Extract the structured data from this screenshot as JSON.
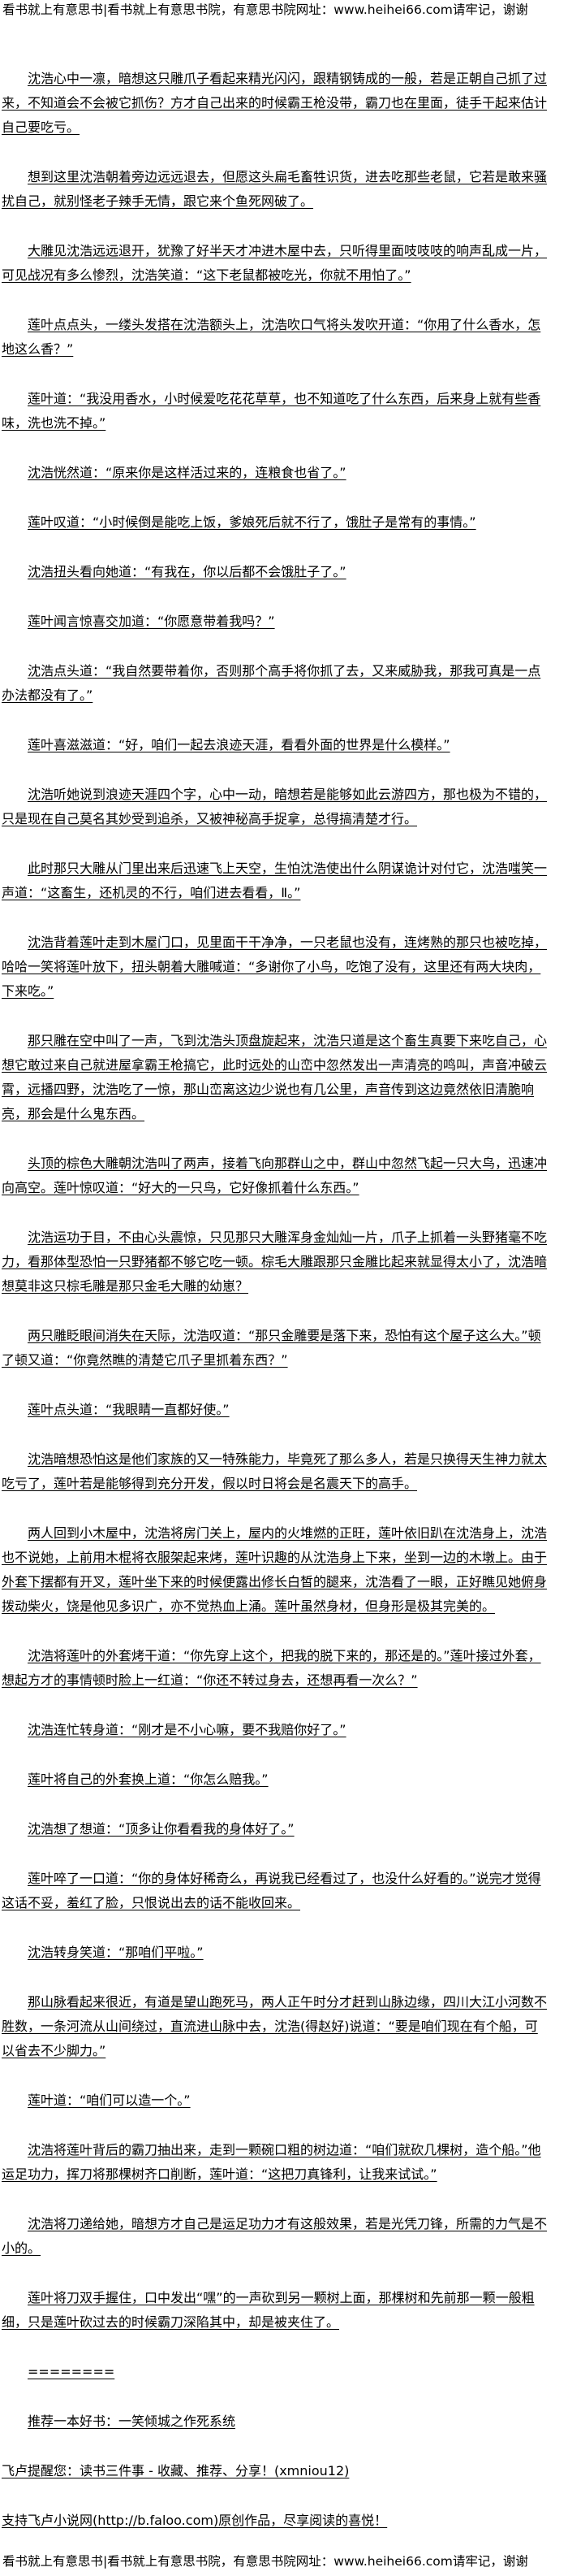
{
  "banner": "看书就上有意思书|看书就上有意思书院，有意思书院网址：www.heihei66.com请牢记，谢谢",
  "paragraphs": [
    "沈浩心中一凛，暗想这只雕爪子看起来精光闪闪，跟精钢铸成的一般，若是正朝自己抓了过来，不知道会不会被它抓伤？方才自己出来的时候霸王枪没带，霸刀也在里面，徒手干起来估计自己要吃亏。",
    "想到这里沈浩朝着旁边远远退去，但愿这头扁毛畜牲识货，进去吃那些老鼠，它若是敢来骚扰自己，就别怪老子辣手无情，跟它来个鱼死网破了。",
    "大雕见沈浩远远退开，犹豫了好半天才冲进木屋中去，只听得里面吱吱吱的响声乱成一片，可见战况有多么惨烈，沈浩笑道：“这下老鼠都被吃光，你就不用怕了。”",
    "莲叶点点头，一缕头发搭在沈浩额头上，沈浩吹口气将头发吹开道：“你用了什么香水，怎地这么香？”",
    "莲叶道：“我没用香水，小时候爱吃花花草草，也不知道吃了什么东西，后来身上就有些香味，洗也洗不掉。”",
    "沈浩恍然道：“原来你是这样活过来的，连粮食也省了。”",
    "莲叶叹道：“小时候倒是能吃上饭，爹娘死后就不行了，饿肚子是常有的事情。”",
    "沈浩扭头看向她道：“有我在，你以后都不会饿肚子了。”",
    "莲叶闻言惊喜交加道：“你愿意带着我吗？”",
    "沈浩点头道：“我自然要带着你，否则那个高手将你抓了去，又来威胁我，那我可真是一点办法都没有了。”",
    "莲叶喜滋滋道：“好，咱们一起去浪迹天涯，看看外面的世界是什么模样。”",
    "沈浩听她说到浪迹天涯四个字，心中一动，暗想若是能够如此云游四方，那也极为不错的，只是现在自己莫名其妙受到追杀，又被神秘高手捉拿，总得搞清楚才行。",
    "此时那只大雕从门里出来后迅速飞上天空，生怕沈浩使出什么阴谋诡计对付它，沈浩嗤笑一声道：“这畜生，还机灵的不行，咱们进去看看，Ⅱ。”",
    "沈浩背着莲叶走到木屋门口，见里面干干净净，一只老鼠也没有，连烤熟的那只也被吃掉，哈哈一笑将莲叶放下，扭头朝着大雕喊道：“多谢你了小鸟，吃饱了没有，这里还有两大块肉，下来吃。”",
    "那只雕在空中叫了一声，飞到沈浩头顶盘旋起来，沈浩只道是这个畜生真要下来吃自己，心想它敢过来自己就进屋拿霸王枪搞它，此时远处的山峦中忽然发出一声清亮的鸣叫，声音冲破云霄，远播四野，沈浩吃了一惊，那山峦离这边少说也有几公里，声音传到这边竟然依旧清脆响亮，那会是什么鬼东西。",
    "头顶的棕色大雕朝沈浩叫了两声，接着飞向那群山之中，群山中忽然飞起一只大鸟，迅速冲向高空。莲叶惊叹道：“好大的一只鸟，它好像抓着什么东西。”",
    "沈浩运功于目，不由心头震惊，只见那只大雕浑身金灿灿一片，爪子上抓着一头野猪毫不吃力，看那体型恐怕一只野猪都不够它吃一顿。棕毛大雕跟那只金雕比起来就显得太小了，沈浩暗想莫非这只棕毛雕是那只金毛大雕的幼崽？",
    "两只雕眨眼间消失在天际，沈浩叹道：“那只金雕要是落下来，恐怕有这个屋子这么大。”顿了顿又道：“你竟然瞧的清楚它爪子里抓着东西？”",
    "莲叶点头道：“我眼睛一直都好使。”",
    "沈浩暗想恐怕这是他们家族的又一特殊能力，毕竟死了那么多人，若是只换得天生神力就太吃亏了，莲叶若是能够得到充分开发，假以时日将会是名震天下的高手。",
    "两人回到小木屋中，沈浩将房门关上，屋内的火堆燃的正旺，莲叶依旧趴在沈浩身上，沈浩也不说她，上前用木棍将衣服架起来烤，莲叶识趣的从沈浩身上下来，坐到一边的木墩上。由于外套下摆都有开叉，莲叶坐下来的时候便露出修长白皙的腿来，沈浩看了一眼，正好瞧见她俯身拨动柴火，饶是他见多识广，亦不觉热血上涌。莲叶虽然身材，但身形是极其完美的。",
    "沈浩将莲叶的外套烤干道：“你先穿上这个，把我的脱下来的，那还是的。”莲叶接过外套，想起方才的事情顿时脸上一红道：“你还不转过身去，还想再看一次么？”",
    "沈浩连忙转身道：“刚才是不小心嘛，要不我赔你好了。”",
    "莲叶将自己的外套换上道：“你怎么赔我。”",
    "沈浩想了想道：“顶多让你看看我的身体好了。”",
    "莲叶啐了一口道：“你的身体好稀奇么，再说我已经看过了，也没什么好看的。”说完才觉得这话不妥，羞红了脸，只恨说出去的话不能收回来。",
    "沈浩转身笑道：“那咱们平啦。”",
    "那山脉看起来很近，有道是望山跑死马，两人正午时分才赶到山脉边缘，四川大江小河数不胜数，一条河流从山间绕过，直流进山脉中去，沈浩(得赵好)说道：“要是咱们现在有个船，可以省去不少脚力。”",
    "莲叶道：“咱们可以造一个。”",
    "沈浩将莲叶背后的霸刀抽出来，走到一颗碗口粗的树边道：“咱们就砍几棵树，造个船。”他运足功力，挥刀将那棵树齐口削断，莲叶道：“这把刀真锋利，让我来试试。”",
    "沈浩将刀递给她，暗想方才自己是运足功力才有这般效果，若是光凭刀锋，所需的力气是不小的。",
    "莲叶将刀双手握住，口中发出“嘿”的一声砍到另一颗树上面，那棵树和先前那一颗一般粗细，只是莲叶砍过去的时候霸刀深陷其中，却是被夹住了。",
    "========",
    "推荐一本好书：一笑倾城之作死系统"
  ],
  "promo": [
    "飞卢提醒您：读书三件事 - 收藏、推荐、分享！(xmniou12)",
    "支持飞卢小说网(http://b.faloo.com)原创作品，尽享阅读的喜悦！"
  ]
}
